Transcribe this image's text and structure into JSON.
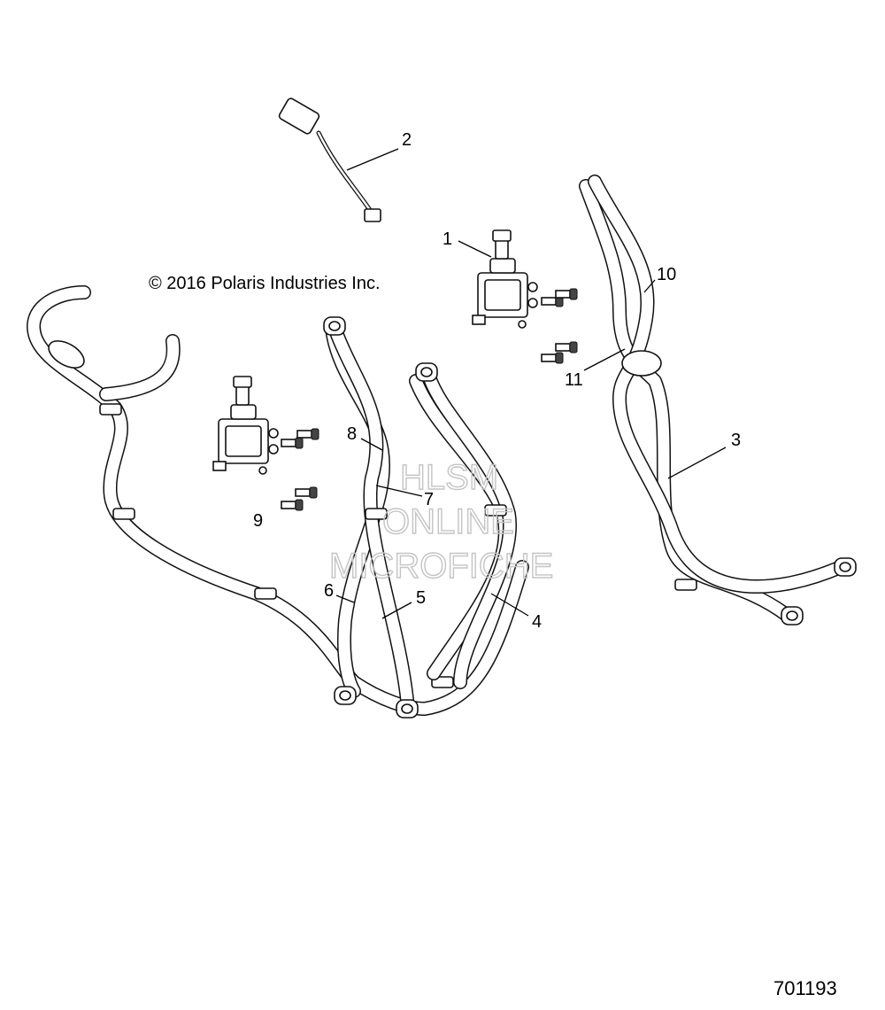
{
  "copyright": "© 2016 Polaris Industries Inc.",
  "diagram_id": "701193",
  "watermark": [
    "HLSM",
    "ONLINE",
    "MICROFICHE"
  ],
  "callouts": [
    "1",
    "2",
    "3",
    "4",
    "5",
    "6",
    "7",
    "8",
    "9",
    "10",
    "11"
  ]
}
